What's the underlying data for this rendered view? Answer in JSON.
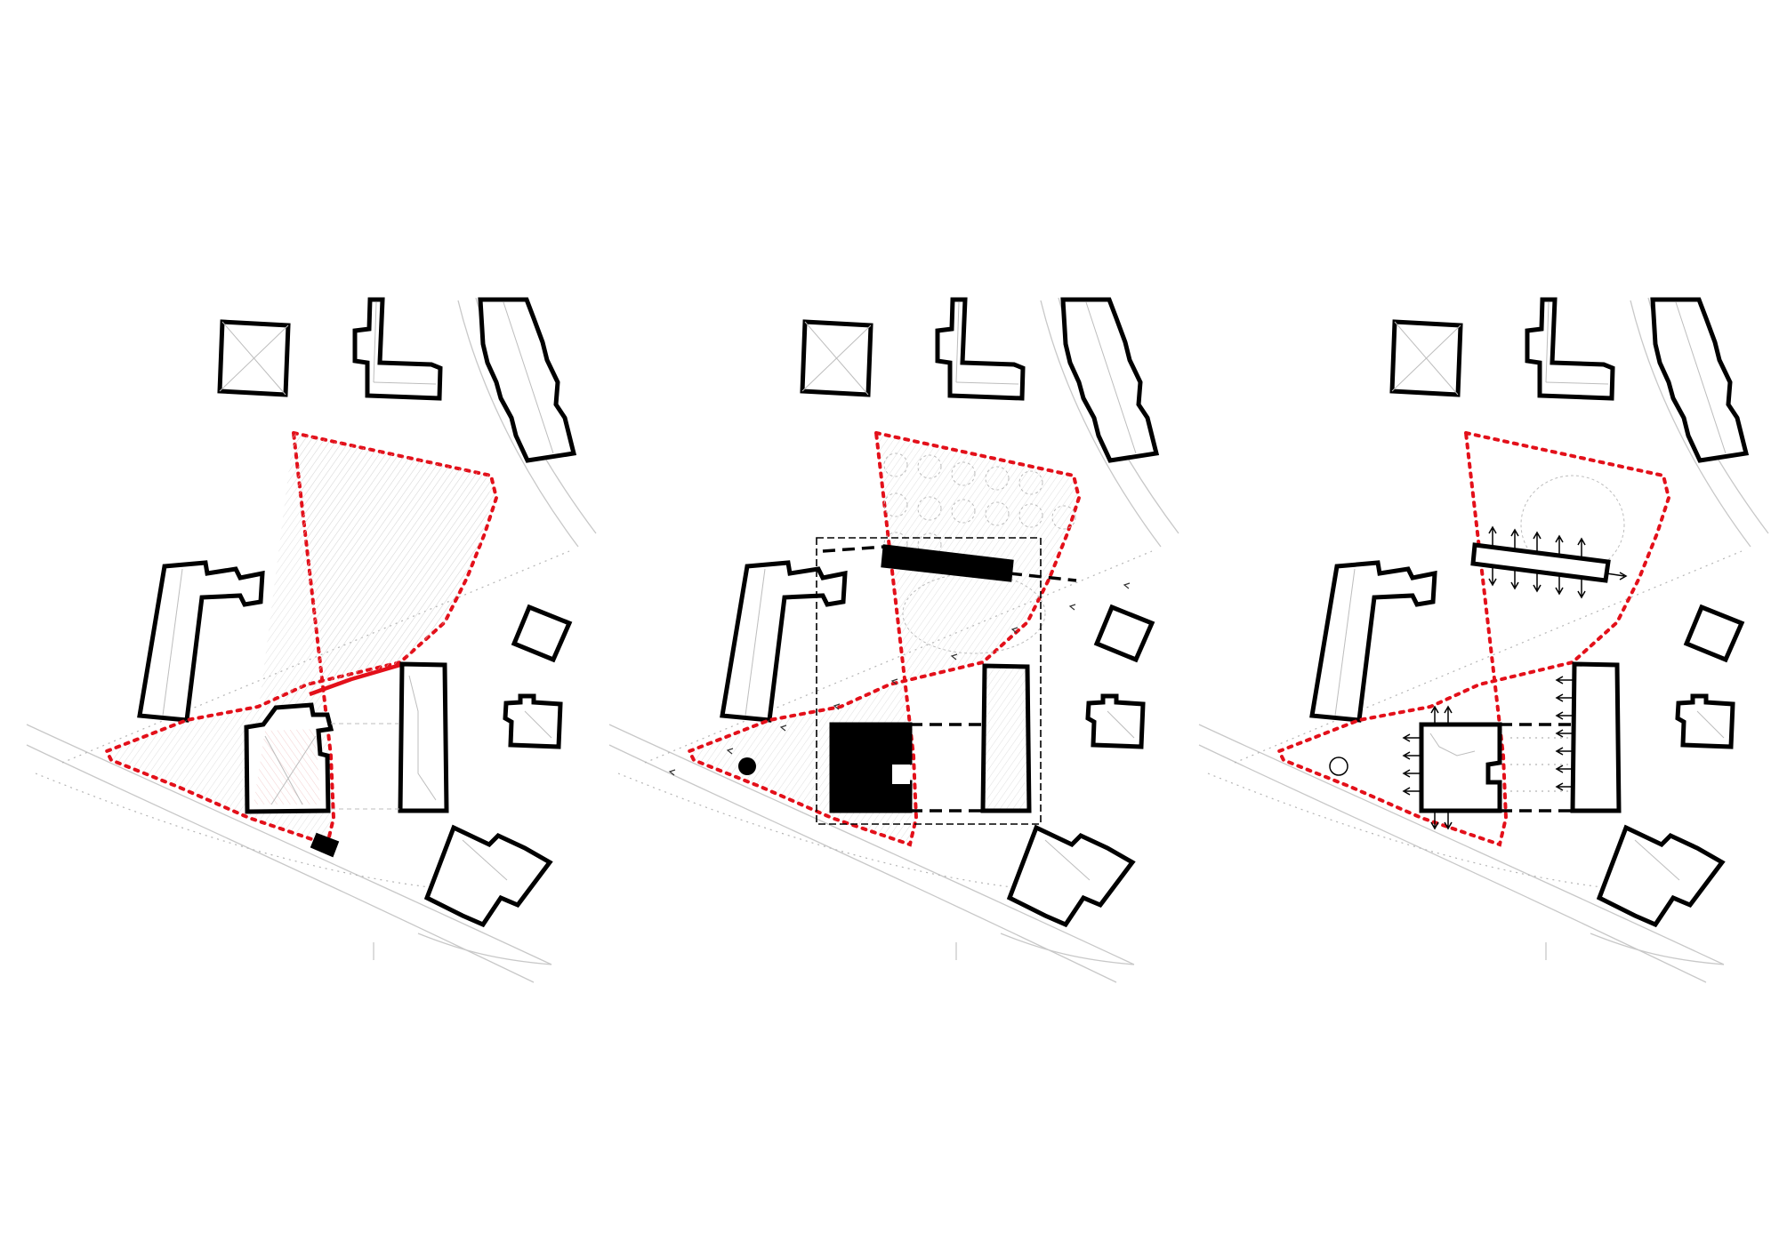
{
  "figure": {
    "panels": [
      {
        "id": "existing"
      },
      {
        "id": "concept"
      },
      {
        "id": "proposal"
      }
    ],
    "colors": {
      "site_boundary": "#e3101a",
      "buildings": "#000000",
      "background": "#ffffff",
      "context_lines": "#c8c8c8"
    }
  }
}
